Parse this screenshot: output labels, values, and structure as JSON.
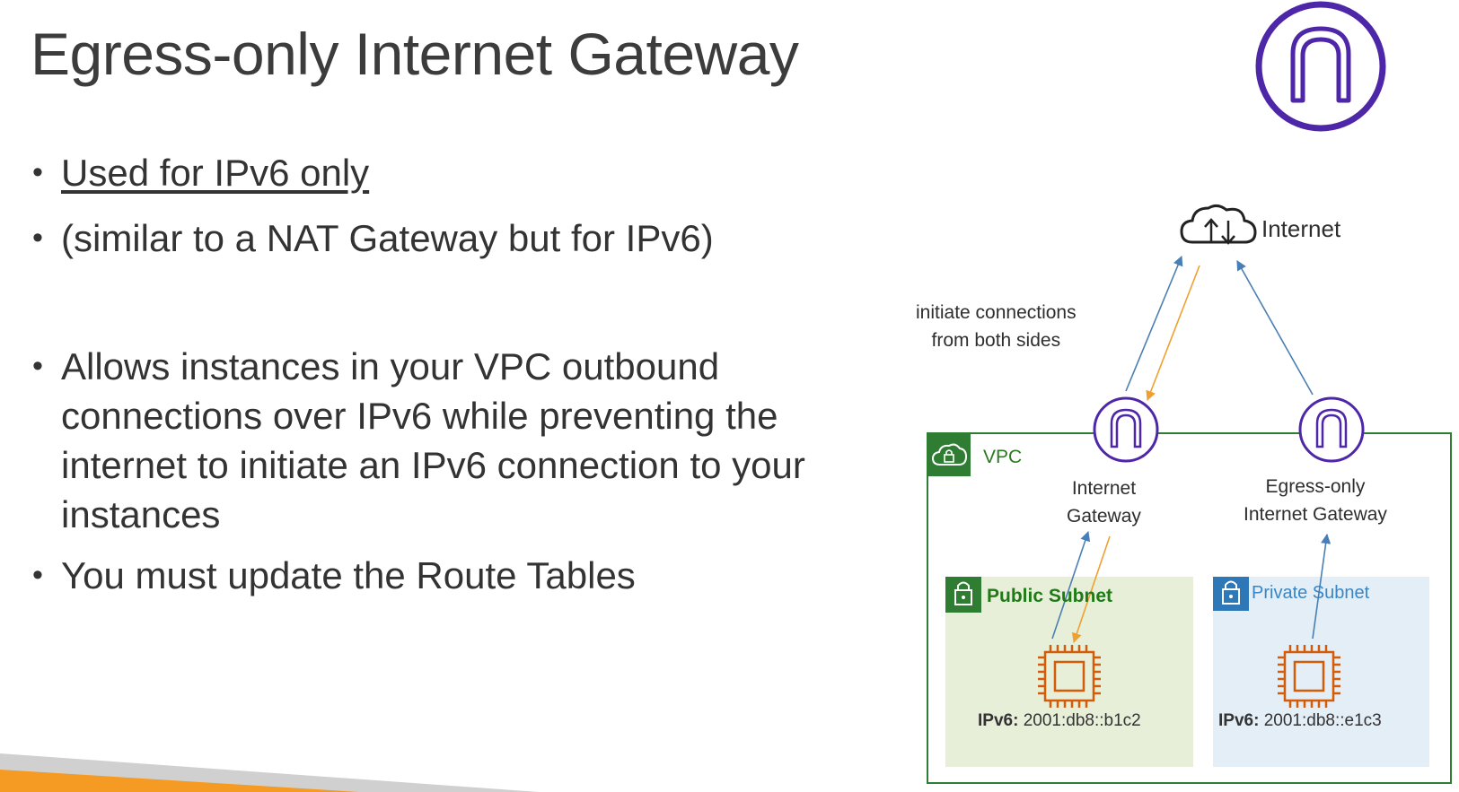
{
  "slide": {
    "title": "Egress-only Internet Gateway",
    "bullets": [
      {
        "text": "Used for IPv6 only",
        "underline": true
      },
      {
        "text": "(similar to a NAT Gateway but for IPv6)",
        "underline": false
      },
      {
        "text": "Allows instances in your VPC outbound connections over IPv6 while preventing the internet to initiate an IPv6 connection to your instances",
        "underline": false
      },
      {
        "text": "You must update the Route Tables",
        "underline": false
      }
    ]
  },
  "diagram": {
    "internet_label": "Internet",
    "annotation_line1": "initiate connections",
    "annotation_line2": "from both sides",
    "vpc_label": "VPC",
    "igw_label_line1": "Internet",
    "igw_label_line2": "Gateway",
    "eigw_label_line1": "Egress-only",
    "eigw_label_line2": "Internet Gateway",
    "public_subnet_label": "Public Subnet",
    "private_subnet_label": "Private Subnet",
    "public_instance": {
      "prefix": "IPv6:",
      "address": "2001:db8::b1c2"
    },
    "private_instance": {
      "prefix": "IPv6:",
      "address": "2001:db8::e1c3"
    }
  },
  "colors": {
    "gateway_purple": "#4d27a8",
    "vpc_green": "#2e7d32",
    "public_subnet_bg": "#e7efd9",
    "private_subnet_bg": "#e3eef7",
    "private_blue": "#2f78b7",
    "ec2_orange": "#d45b07",
    "arrow_blue": "#4a7fb5",
    "arrow_orange": "#f0a030",
    "accent_orange": "#f59a23"
  },
  "icons": [
    "internet-gateway-icon",
    "cloud-icon",
    "vpc-cloud-lock-icon",
    "lock-icon",
    "ec2-instance-icon"
  ]
}
